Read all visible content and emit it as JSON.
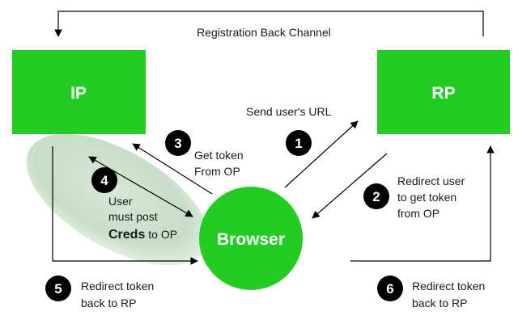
{
  "nodes": {
    "ip": {
      "label": "IP"
    },
    "rp": {
      "label": "RP"
    },
    "browser": {
      "label": "Browser"
    }
  },
  "channel": {
    "label": "Registration Back Channel"
  },
  "send_url": {
    "label": "Send user's URL"
  },
  "steps": {
    "s1": {
      "num": "1"
    },
    "s2": {
      "num": "2",
      "lines": [
        "Redirect user",
        "to get token",
        "from OP"
      ]
    },
    "s3": {
      "num": "3",
      "lines": [
        "Get token",
        "From OP"
      ]
    },
    "s4": {
      "num": "4",
      "line1": "User",
      "line2": "must post",
      "line3_bold": "Creds",
      "line3_rest": " to OP"
    },
    "s5": {
      "num": "5",
      "lines": [
        "Redirect token",
        "back to RP"
      ]
    },
    "s6": {
      "num": "6",
      "lines": [
        "Redirect token",
        "back to RP"
      ]
    }
  },
  "colors": {
    "green": "#22cc22",
    "ellipse": "#cfe3cf",
    "badge": "#000000",
    "line": "#000000"
  }
}
